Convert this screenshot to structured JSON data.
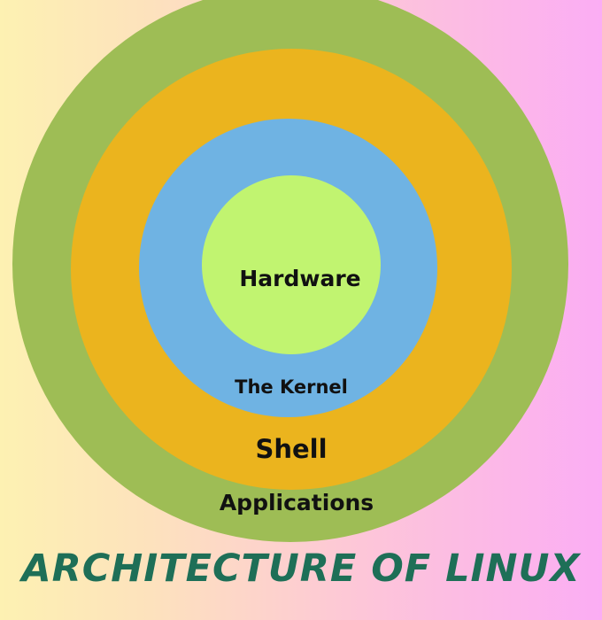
{
  "layers": {
    "applications": {
      "label": "Applications",
      "color": "#9ebd55"
    },
    "shell": {
      "label": "Shell",
      "color": "#ebb41e"
    },
    "kernel": {
      "label": "The Kernel",
      "color": "#6fb3e3"
    },
    "hardware": {
      "label": "Hardware",
      "color": "#c1f470"
    }
  },
  "title": "ARCHITECTURE OF LINUX",
  "title_color": "#1e6f57"
}
